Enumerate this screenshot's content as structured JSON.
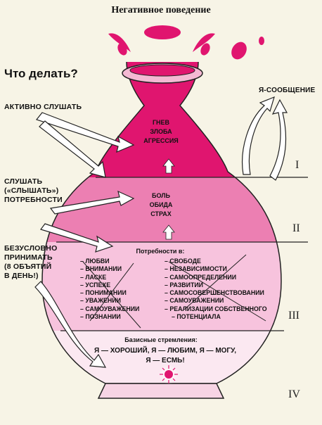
{
  "title": "Негативное поведение",
  "what_to_do": "Что делать?",
  "left_labels": [
    "АКТИВНО СЛУШАТЬ",
    "СЛУШАТЬ",
    "(«СЛЫШАТЬ»)",
    "ПОТРЕБНОСТИ",
    "БЕЗУСЛОВНО",
    "ПРИНИМАТЬ",
    "(8 ОБЪЯТИЙ",
    "В ДЕНЬ!)"
  ],
  "right_label": "Я-СООБЩЕНИЕ",
  "level1_words": [
    "ГНЕВ",
    "ЗЛОБА",
    "АГРЕССИЯ"
  ],
  "level2_words": [
    "БОЛЬ",
    "ОБИДА",
    "СТРАХ"
  ],
  "needs_heading": "Потребности в:",
  "needs_left": [
    "ЛЮБВИ",
    "ВНИМАНИИ",
    "ЛАСКЕ",
    "УСПЕХЕ",
    "ПОНИМАНИИ",
    "УВАЖЕНИИ",
    "САМОУВАЖЕНИИ",
    "ПОЗНАНИИ"
  ],
  "needs_right": [
    "СВОБОДЕ",
    "НЕЗАВИСИМОСТИ",
    "САМООПРЕДЕЛЕНИИ",
    "РАЗВИТИИ",
    "САМОСОВЕРШЕНСТВОВАНИИ",
    "САМОУВАЖЕНИИ",
    "РЕАЛИЗАЦИИ СОБСТВЕННОГО",
    "ПОТЕНЦИАЛА"
  ],
  "base_heading": "Базисные стремления:",
  "base_lines": [
    "Я — ХОРОШИЙ, Я — ЛЮБИМ, Я — МОГУ,",
    "Я — ЕСМЬ!"
  ],
  "roman_numerals": [
    "I",
    "II",
    "III",
    "IV"
  ],
  "colors": {
    "background": "#f7f4e6",
    "level1": "#e0156f",
    "level2": "#ec7fb2",
    "level3": "#f7c3dd",
    "level4": "#fbe8f1",
    "outline": "#222222"
  }
}
